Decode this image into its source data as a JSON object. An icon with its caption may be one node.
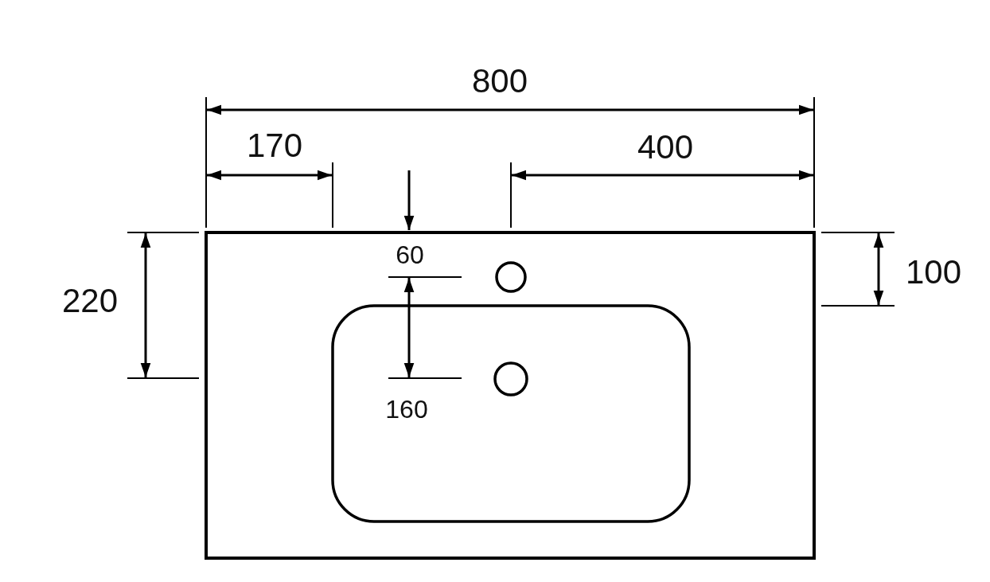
{
  "diagram": {
    "labels": [
      "800",
      "170",
      "400",
      "60",
      "100",
      "220",
      "160"
    ]
  }
}
